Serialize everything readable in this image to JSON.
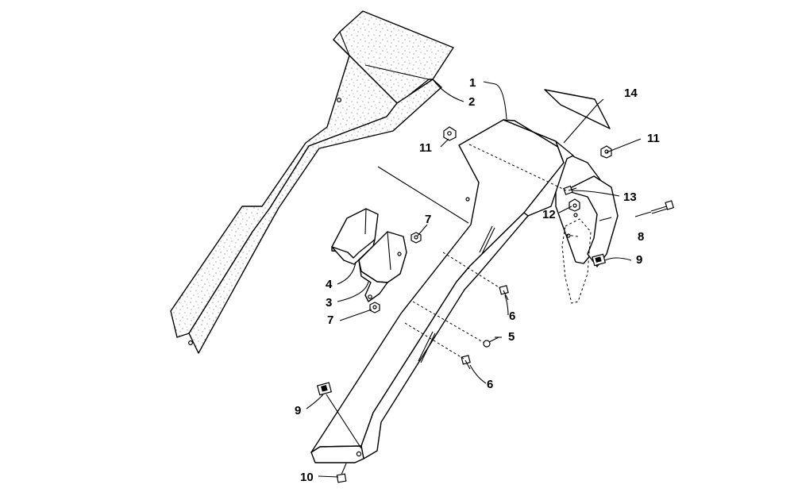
{
  "callouts": [
    {
      "id": "1",
      "label": "1"
    },
    {
      "id": "2",
      "label": "2"
    },
    {
      "id": "3",
      "label": "3"
    },
    {
      "id": "4",
      "label": "4"
    },
    {
      "id": "5",
      "label": "5"
    },
    {
      "id": "6a",
      "label": "6"
    },
    {
      "id": "6b",
      "label": "6"
    },
    {
      "id": "7a",
      "label": "7"
    },
    {
      "id": "7b",
      "label": "7"
    },
    {
      "id": "8",
      "label": "8"
    },
    {
      "id": "9a",
      "label": "9"
    },
    {
      "id": "9b",
      "label": "9"
    },
    {
      "id": "10",
      "label": "10"
    },
    {
      "id": "11a",
      "label": "11"
    },
    {
      "id": "11b",
      "label": "11"
    },
    {
      "id": "12",
      "label": "12"
    },
    {
      "id": "13",
      "label": "13"
    },
    {
      "id": "14",
      "label": "14"
    }
  ]
}
